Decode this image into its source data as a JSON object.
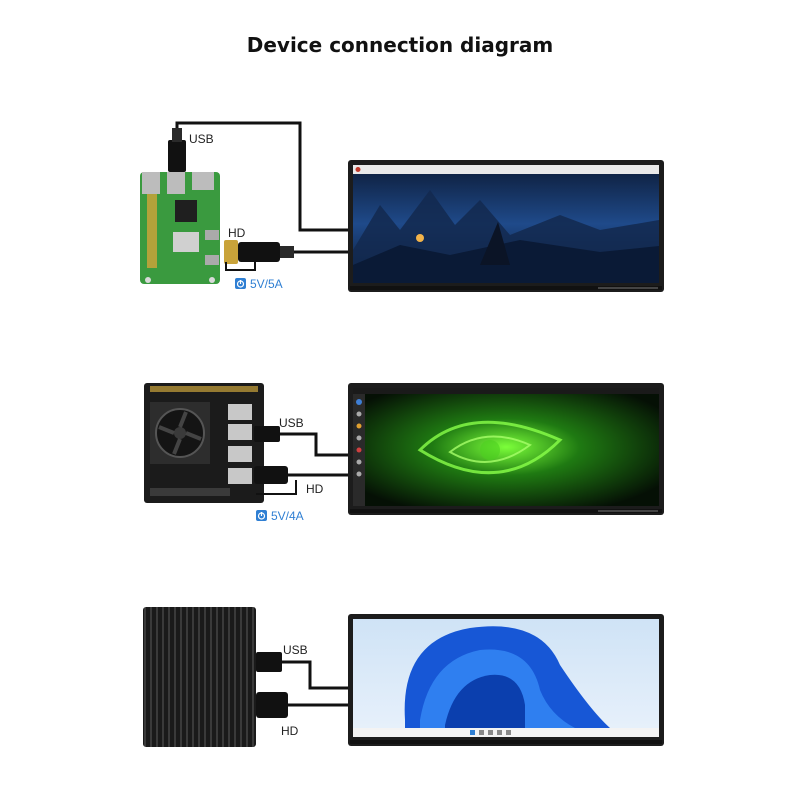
{
  "title": "Device connection diagram",
  "setups": [
    {
      "usb_label": "USB",
      "hd_label": "HD",
      "power_label": "5V/5A"
    },
    {
      "usb_label": "USB",
      "hd_label": "HD",
      "power_label": "5V/4A"
    },
    {
      "usb_label": "USB",
      "hd_label": "HD"
    }
  ],
  "colors": {
    "power": "#2f7fd3",
    "board_green": "#3a9a3f"
  }
}
